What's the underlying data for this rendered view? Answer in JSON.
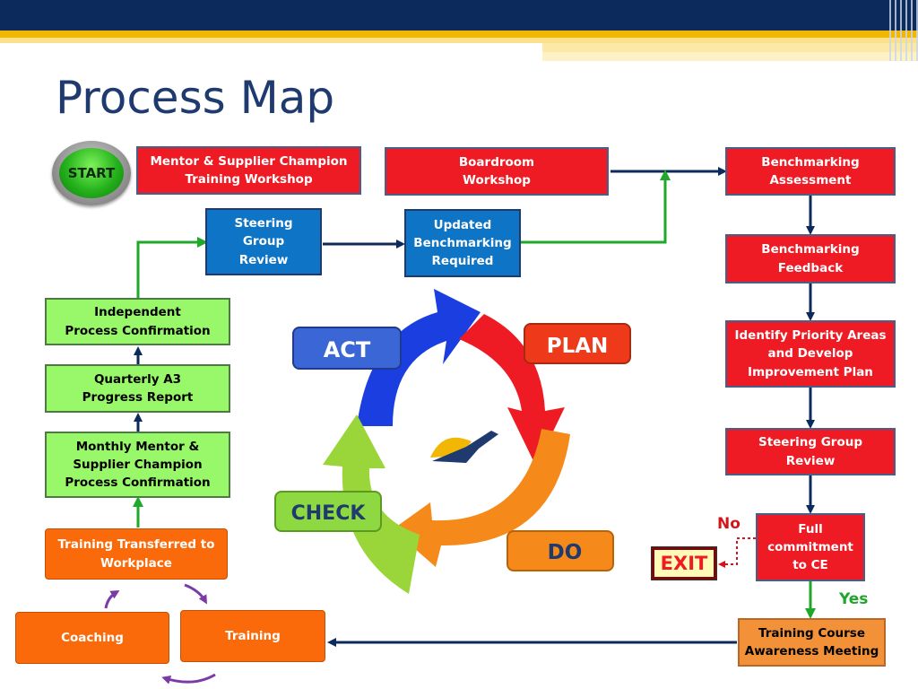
{
  "title": "Process Map",
  "start_label": "START",
  "exit_label": "EXIT",
  "no_label": "No",
  "yes_label": "Yes",
  "boxes": {
    "mentor_workshop": "Mentor & Supplier Champion\nTraining Workshop",
    "boardroom": "Boardroom\nWorkshop",
    "bench_assessment": "Benchmarking\nAssessment",
    "steering_left": "Steering\nGroup\nReview",
    "updated_bench": "Updated\nBenchmarking\nRequired",
    "bench_feedback": "Benchmarking\nFeedback",
    "independent": "Independent\nProcess Confirmation",
    "quarterly": "Quarterly A3\nProgress Report",
    "identify": "Identify Priority Areas\nand Develop\nImprovement Plan",
    "monthly": "Monthly Mentor &\nSupplier  Champion\nProcess Confirmation",
    "steering_right": "Steering Group\nReview",
    "transferred": "Training  Transferred to\nWorkplace",
    "full_commit": "Full\ncommitment\nto CE",
    "coaching": "Coaching",
    "training": "Training",
    "awareness": "Training  Course\nAwareness Meeting"
  },
  "pdca": {
    "act": "ACT",
    "plan": "PLAN",
    "do": "DO",
    "check": "CHECK"
  },
  "colors": {
    "navy": "#0d2a5c",
    "red": "#ee1b24",
    "blue": "#0d74c6",
    "green": "#98f86a",
    "orange": "#fa6a0a",
    "arrow_green": "#1fa82a",
    "arrow_navy": "#0d2a5c",
    "arrow_purple": "#7a3aa8"
  }
}
